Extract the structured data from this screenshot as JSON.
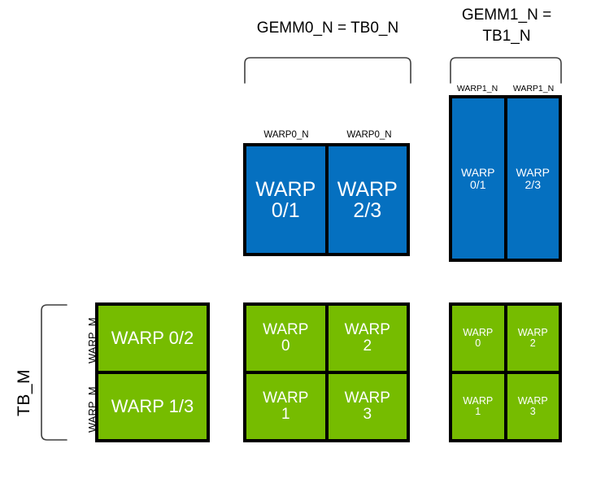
{
  "diagram": {
    "title_gemm0": "GEMM0_N = TB0_N",
    "title_gemm1_line1": "GEMM1_N =",
    "title_gemm1_line2": "TB1_N",
    "label_tb_m": "TB_M",
    "label_warp_m": "WARP_M",
    "label_warp0_n": "WARP0_N",
    "label_warp1_n": "WARP1_N",
    "colors": {
      "blue": "#0570C0",
      "green": "#76BC00",
      "border": "#000000",
      "text_on_fill": "#ffffff",
      "background": "#ffffff"
    },
    "groups": {
      "blue_middle": {
        "name": "gemm0-blue-group",
        "columns": [
          {
            "top_label": "WARP0_N",
            "cells": [
              {
                "line1": "WARP",
                "line2": "0/1"
              }
            ]
          },
          {
            "top_label": "WARP0_N",
            "cells": [
              {
                "line1": "WARP",
                "line2": "2/3"
              }
            ]
          }
        ]
      },
      "blue_right": {
        "name": "gemm1-blue-group",
        "columns": [
          {
            "top_label": "WARP1_N",
            "cells": [
              {
                "line1": "WARP",
                "line2": "0/1"
              }
            ]
          },
          {
            "top_label": "WARP1_N",
            "cells": [
              {
                "line1": "WARP",
                "line2": "2/3"
              }
            ]
          }
        ]
      },
      "green_left": {
        "name": "tb-m-green-group",
        "columns": [
          {
            "cells": [
              {
                "line1": "WARP 0/2",
                "line2": ""
              },
              {
                "line1": "WARP 1/3",
                "line2": ""
              }
            ]
          }
        ],
        "row_labels": [
          "WARP_M",
          "WARP_M"
        ]
      },
      "green_middle": {
        "name": "gemm0-green-group",
        "columns": [
          {
            "cells": [
              {
                "line1": "WARP",
                "line2": "0"
              },
              {
                "line1": "WARP",
                "line2": "1"
              }
            ]
          },
          {
            "cells": [
              {
                "line1": "WARP",
                "line2": "2"
              },
              {
                "line1": "WARP",
                "line2": "3"
              }
            ]
          }
        ]
      },
      "green_right": {
        "name": "gemm1-green-group",
        "columns": [
          {
            "cells": [
              {
                "line1": "WARP",
                "line2": "0"
              },
              {
                "line1": "WARP",
                "line2": "1"
              }
            ]
          },
          {
            "cells": [
              {
                "line1": "WARP",
                "line2": "2"
              },
              {
                "line1": "WARP",
                "line2": "3"
              }
            ]
          }
        ]
      }
    }
  }
}
